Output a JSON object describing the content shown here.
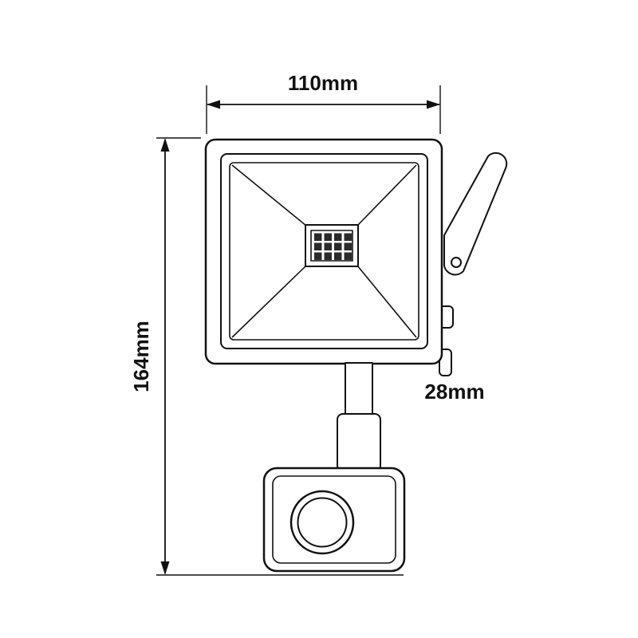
{
  "diagram": {
    "type": "technical-dimension-drawing",
    "subject": "led-floodlight-with-pir-sensor",
    "dimensions": {
      "width": {
        "label": "110mm"
      },
      "height": {
        "label": "164mm"
      },
      "depth": {
        "label": "28mm"
      }
    },
    "colors": {
      "background": "#ffffff",
      "line": "#111111",
      "led_chip": "#2b2b2b"
    },
    "led_panel": {
      "chip_columns": 4,
      "chip_rows": 3
    }
  }
}
